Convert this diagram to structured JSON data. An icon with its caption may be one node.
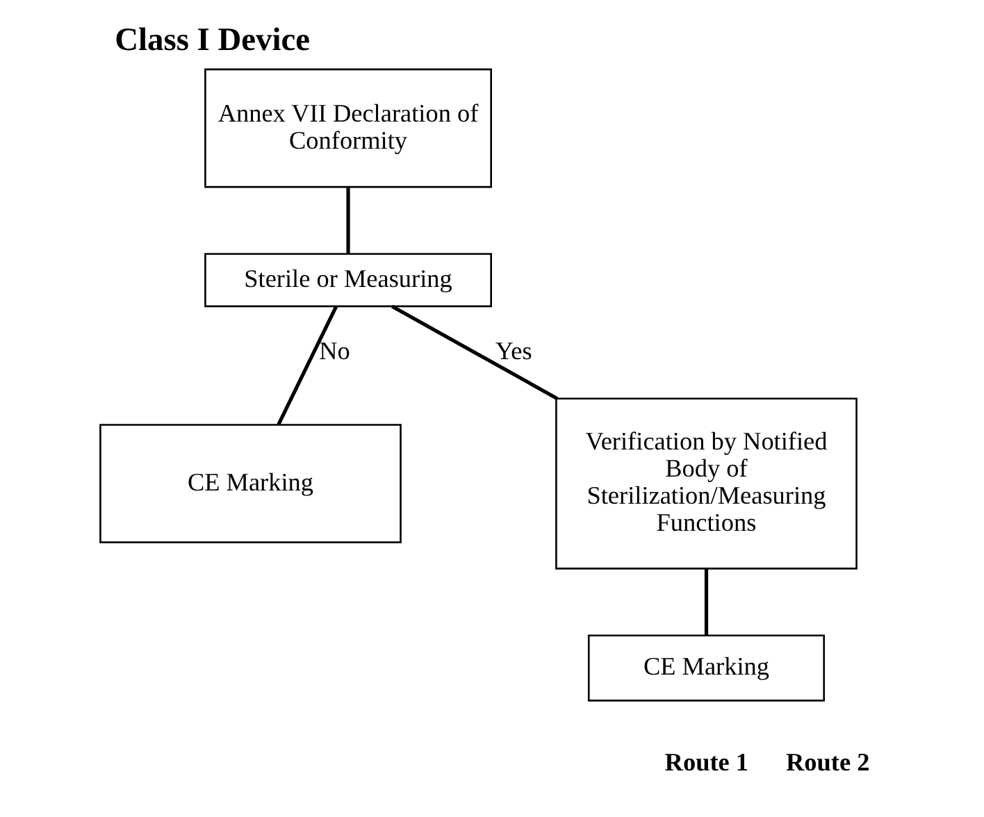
{
  "diagram": {
    "title": "Class I Device",
    "nodes": [
      {
        "text": [
          "Annex VII Declaration of Conformity"
        ]
      },
      {
        "text": [
          "Sterile or Measuring"
        ]
      },
      {
        "text": [
          "CE Marking"
        ]
      },
      {
        "text": [
          "Verification by Notified Body of Sterilization/Measuring Functions"
        ]
      },
      {
        "text": [
          "CE Marking"
        ]
      }
    ],
    "edges": [
      {
        "from": 0,
        "to": 1,
        "arrow": "none"
      },
      {
        "from": 1,
        "to": 2,
        "arrow": "none",
        "label": "No"
      },
      {
        "from": 1,
        "to": 3,
        "arrow": "none",
        "label": "Yes"
      },
      {
        "from": 3,
        "to": 4,
        "arrow": "none"
      }
    ],
    "labels": [
      "Route 1",
      "Route 2"
    ]
  }
}
